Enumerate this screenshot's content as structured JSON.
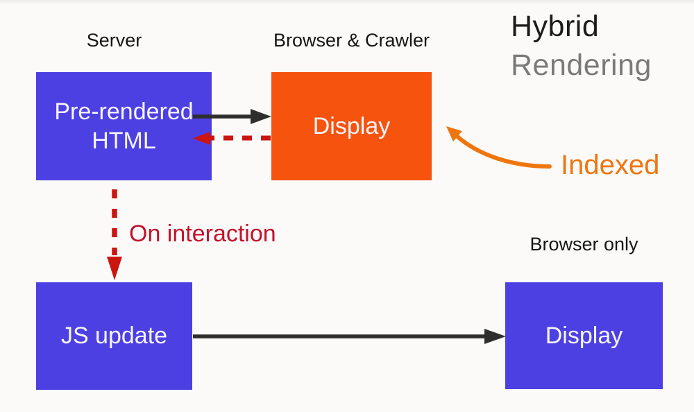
{
  "slide": {
    "title_line1": "Hybrid",
    "title_line2": "Rendering",
    "column_labels": {
      "server": "Server",
      "browser_crawler": "Browser & Crawler",
      "browser_only": "Browser only"
    },
    "boxes": {
      "pre_rendered_html": "Pre-rendered HTML",
      "crawler_display": "Display",
      "js_update": "JS update",
      "browser_display": "Display"
    },
    "annotations": {
      "on_interaction": "On interaction",
      "indexed": "Indexed"
    },
    "arrows": [
      "server-to-crawler-solid-black",
      "crawler-to-server-dashed-red",
      "pre-rendered-to-js-update-dashed-red",
      "js-update-to-display-solid-black",
      "indexed-curved-orange"
    ]
  },
  "colors": {
    "background": "#FBFAF9",
    "box-blue": "#4C40E2",
    "box-orange": "#F5530E",
    "box-text": "#F6F4FB",
    "accent-orange": "#EF750F",
    "arrow-red": "#CC1410",
    "text-red": "#C3112B",
    "arrow-black": "#2E2E2E",
    "title-black": "#1C1C1C",
    "title-gray": "#7A7A7A",
    "label-black": "#151515"
  }
}
